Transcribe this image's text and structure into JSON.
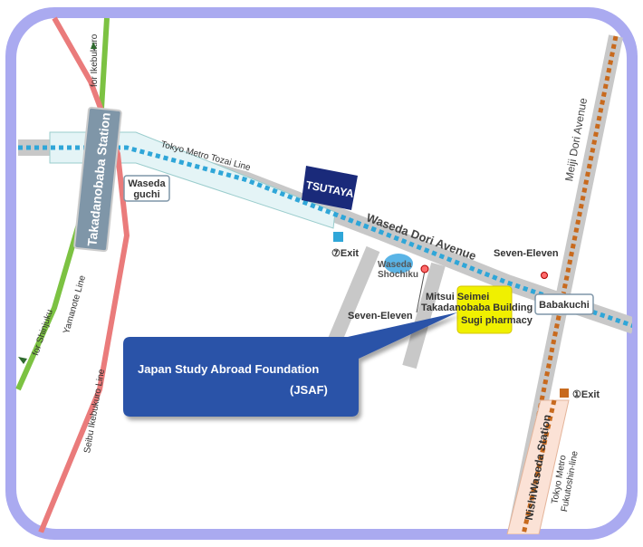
{
  "map": {
    "stations": {
      "takadanobaba": "Takadanobaba Station",
      "nishiwaseda": "NishiWaseda Station"
    },
    "gates": {
      "waseda_guchi_line1": "Waseda",
      "waseda_guchi_line2": "guchi",
      "babakuchi": "Babakuchi"
    },
    "lines": {
      "tozai": "Tokyo Metro Tozai Line",
      "yamanote": "Yamanote Line",
      "seibu": "Seibu Ikebukuro Line",
      "fukutoshin_line1": "Tokyo Metro",
      "fukutoshin_line2": "Fukutoshin-line"
    },
    "directions": {
      "for_ikebukuro": "for Ikebukuro",
      "for_shinjuku": "for Shinjuku"
    },
    "roads": {
      "waseda_dori": "Waseda Dori Avenue",
      "meiji_dori": "Meiji Dori Avenue"
    },
    "exits": {
      "exit7": "⑦Exit",
      "exit1": "①Exit"
    },
    "landmarks": {
      "tsutaya": "TSUTAYA",
      "seven_eleven_1": "Seven-Eleven",
      "seven_eleven_2": "Seven-Eleven",
      "waseda_shochiku_line1": "Waseda",
      "waseda_shochiku_line2": "Shochiku",
      "building_line1": "Mitsui Seimei",
      "building_line2": "Takadanobaba Building",
      "sugi_pharmacy": "Sugi pharmacy"
    },
    "callout": {
      "title": "Japan Study Abroad Foundation",
      "subtitle": "(JSAF)"
    },
    "colors": {
      "frame": "#aaaaf0",
      "tozai_track": "#2fa6d8",
      "fukutoshin_track": "#c86a1e",
      "yamanote": "#7cc242",
      "seibu": "#ea7b7b",
      "callout": "#2a52a8",
      "tsutaya": "#1a2a7a",
      "highlight": "#f0f000",
      "road": "#c8c8c8"
    }
  }
}
